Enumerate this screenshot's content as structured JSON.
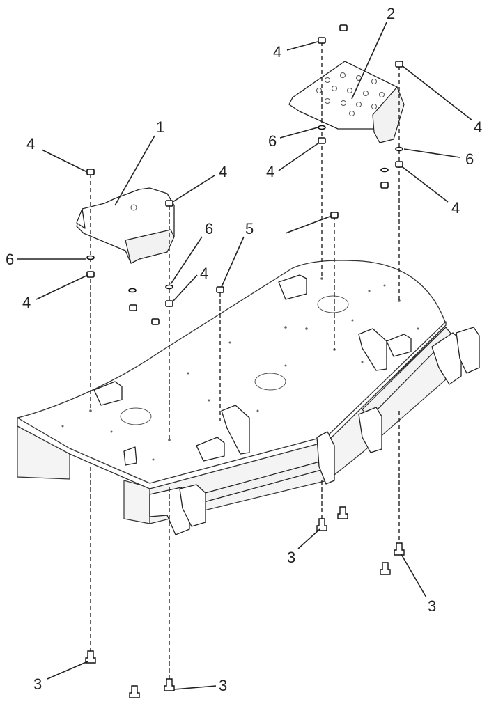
{
  "callouts": {
    "c1": "1",
    "c2": "2",
    "c3a": "3",
    "c3b": "3",
    "c3c": "3",
    "c3d": "3",
    "c4a": "4",
    "c4b": "4",
    "c4c": "4",
    "c4d": "4",
    "c4e": "4",
    "c4f": "4",
    "c4g": "4",
    "c4h": "4",
    "c5": "5",
    "c6a": "6",
    "c6b": "6",
    "c6c": "6",
    "c6d": "6"
  }
}
